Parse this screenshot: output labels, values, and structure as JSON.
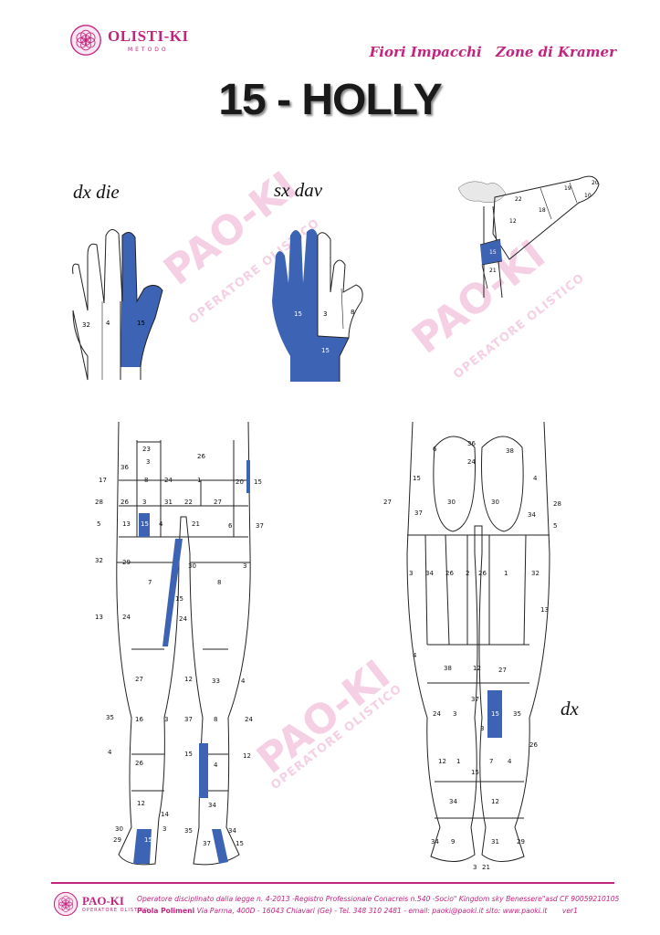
{
  "header": {
    "brand": "OLISTI-KI",
    "brand_sub": "METODO",
    "topic1": "Fiori Impacchi",
    "topic2": "Zone di Kramer"
  },
  "title": "15 - HOLLY",
  "labels": {
    "hand_right": "dx die",
    "hand_left": "sx dav",
    "legs_back_side": "dx"
  },
  "watermark": {
    "big": "PAO-KI",
    "small": "OPERATORE OLISTICO"
  },
  "colors": {
    "zone_fill": "#3d63b4",
    "brand": "#c2247e",
    "line": "#222222"
  },
  "zones": {
    "hand_right": [
      "32",
      "4",
      "15"
    ],
    "hand_left": [
      "15",
      "3",
      "8",
      "15"
    ],
    "genital": [
      "22",
      "18",
      "12",
      "19",
      "10",
      "20",
      "15",
      "21"
    ],
    "legs_front": [
      "23",
      "26",
      "3",
      "36",
      "17",
      "8",
      "24",
      "1",
      "20",
      "15",
      "28",
      "26",
      "3",
      "31",
      "22",
      "27",
      "5",
      "13",
      "15",
      "4",
      "21",
      "6",
      "37",
      "32",
      "29",
      "7",
      "30",
      "8",
      "3",
      "15",
      "13",
      "24",
      "24",
      "27",
      "12",
      "33",
      "4",
      "35",
      "16",
      "3",
      "37",
      "8",
      "24",
      "4",
      "26",
      "15",
      "4",
      "12",
      "12",
      "34",
      "14",
      "30",
      "3",
      "29",
      "15",
      "35",
      "37",
      "34",
      "15"
    ],
    "legs_back": [
      "36",
      "6",
      "38",
      "24",
      "15",
      "4",
      "27",
      "30",
      "30",
      "28",
      "37",
      "34",
      "5",
      "3",
      "34",
      "26",
      "2",
      "26",
      "1",
      "32",
      "13",
      "4",
      "38",
      "12",
      "27",
      "37",
      "24",
      "3",
      "15",
      "35",
      "3",
      "26",
      "12",
      "1",
      "7",
      "4",
      "15",
      "34",
      "12",
      "34",
      "9",
      "31",
      "29",
      "3",
      "21"
    ]
  },
  "footer": {
    "brand": "PAO-KI",
    "brand_sub": "OPERATORE OLISTICO",
    "line1": "Operatore disciplinato dalla legge n. 4-2013 -Registro Professionale Conacreis n.540 -Socio\" Kingdom sky Benessere\"asd CF 90059210105",
    "line2_name": "Paola Polimeni",
    "line2": "Via Parma, 400D - 16043 Chiavari (Ge) - Tel. 348 310 2481 - email: paoki@paoki.it   sito: www.paoki.it",
    "version": "ver1"
  }
}
